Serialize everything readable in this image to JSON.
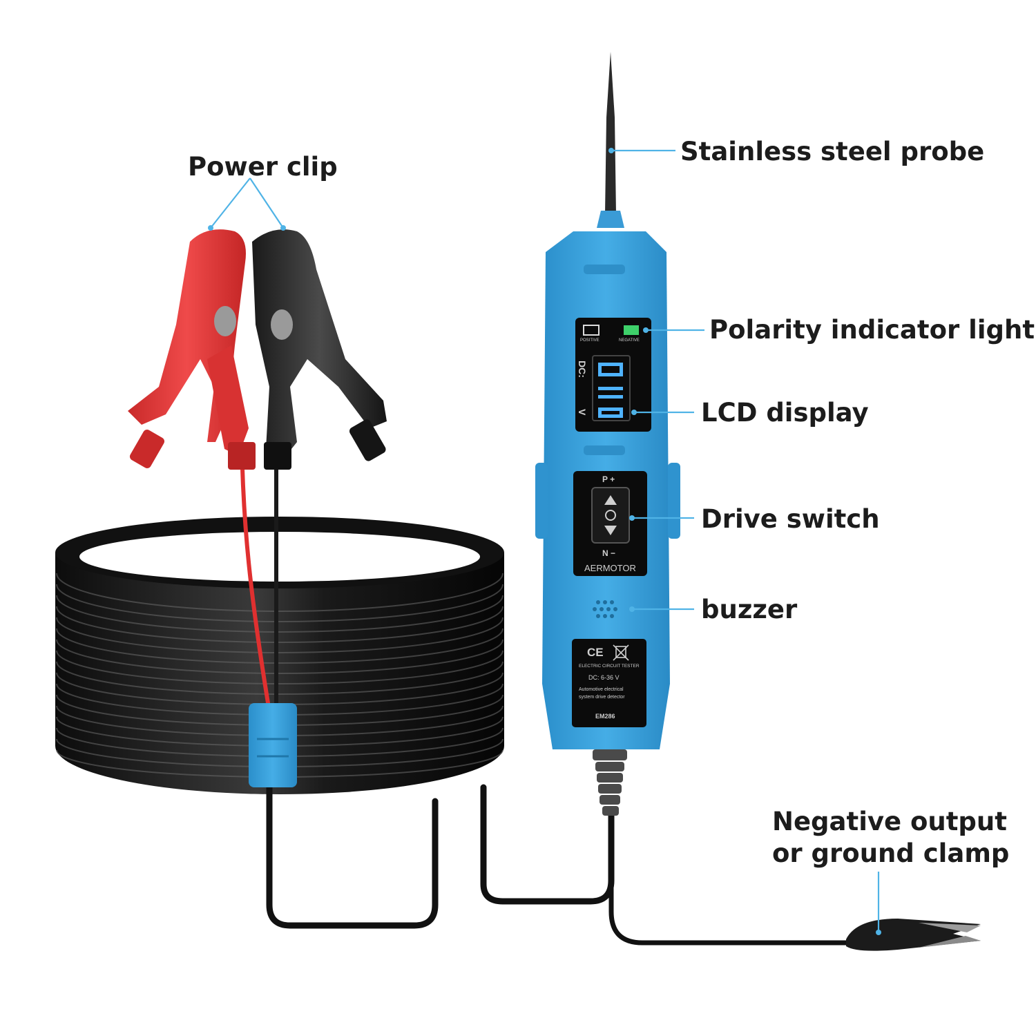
{
  "labels": {
    "power_clip": "Power clip",
    "probe": "Stainless steel probe",
    "polarity": "Polarity indicator light",
    "lcd": "LCD display",
    "drive_switch": "Drive switch",
    "buzzer": "buzzer",
    "ground_line1": "Negative output",
    "ground_line2": "or ground clamp"
  },
  "device": {
    "indicator_positive": "POSITIVE",
    "indicator_negative": "NEGATIVE",
    "lcd_unit_top": "DC:",
    "lcd_unit_bottom": "V",
    "switch_top": "P +",
    "switch_bottom": "N −",
    "brand": "AERMOTOR",
    "cert": "CE",
    "spec_title": "ELECTRIC CIRCUIT TESTER",
    "spec_range": "DC: 6-36 V",
    "spec_desc1": "Automotive electrical",
    "spec_desc2": "system drive detector",
    "model": "EM286"
  },
  "colors": {
    "device_blue": "#3aa3dd",
    "callout_line": "#4fb3e6",
    "red_clip": "#e03a3a",
    "black_clip": "#2b2b2b",
    "indicator_green": "#3ed06a",
    "lcd_digits": "#4fb3ff"
  }
}
